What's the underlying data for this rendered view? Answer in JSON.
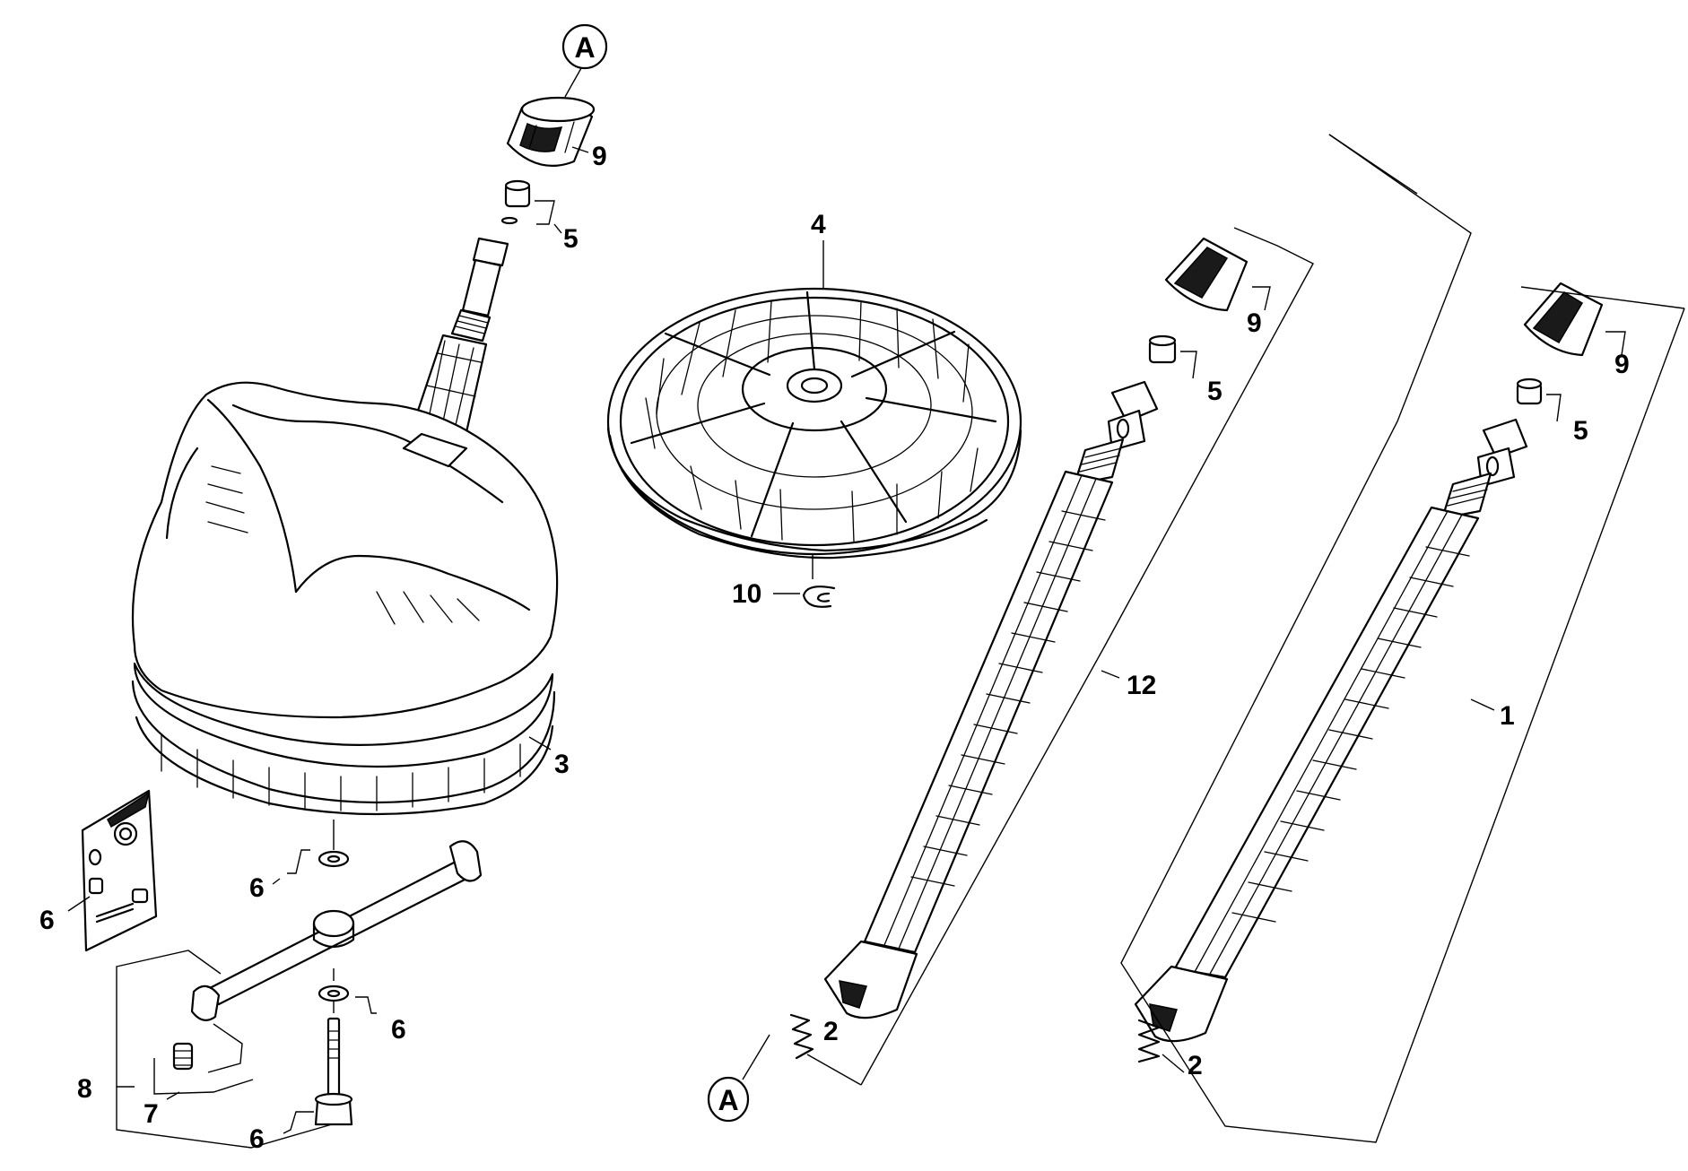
{
  "callouts": {
    "c1": "1",
    "c2a": "2",
    "c2b": "2",
    "c3": "3",
    "c4": "4",
    "c5a": "5",
    "c5b": "5",
    "c5c": "5",
    "c6a": "6",
    "c6b": "6",
    "c6c": "6",
    "c6d": "6",
    "c7": "7",
    "c8": "8",
    "c9a": "9",
    "c9b": "9",
    "c9c": "9",
    "c10": "10",
    "c12": "12"
  },
  "refs": {
    "top": "A",
    "bottom": "A"
  }
}
